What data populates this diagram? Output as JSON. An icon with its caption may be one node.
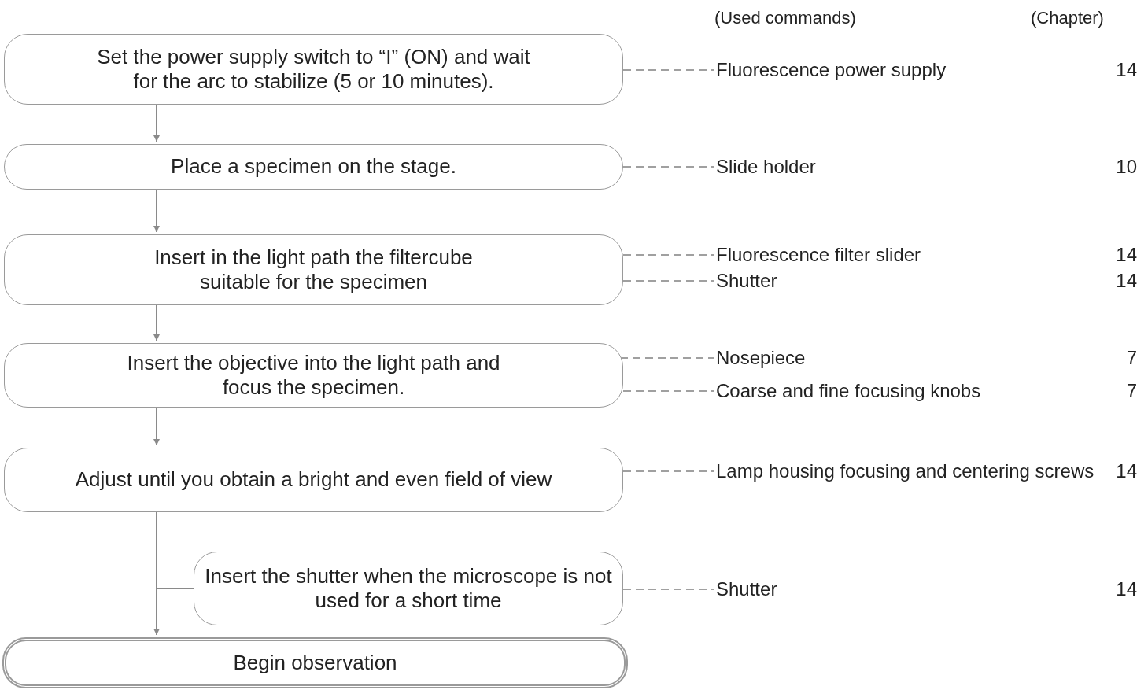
{
  "diagram": {
    "nodes": [
      {
        "text": [
          "Set the power supply switch to “I” (ON) and wait for the arc to stabilize (5 or 10 minutes)."
        ]
      },
      {
        "text": [
          "Place a specimen on the stage."
        ]
      },
      {
        "text": [
          "Insert in the light path the filtercube suitable for the specimen"
        ]
      },
      {
        "text": [
          "Insert the objective into the light path and focus the specimen."
        ]
      },
      {
        "text": [
          "Adjust until you obtain a bright and even field of view"
        ]
      },
      {
        "text": [
          "Insert the shutter when the microscope is not used for a short time"
        ]
      },
      {
        "text": [
          "Begin observation"
        ]
      },
      {
        "text": [
          "Fluorescence power supply"
        ],
        "beside": [
          "14"
        ]
      },
      {
        "text": [
          "Slide holder"
        ],
        "beside": [
          "10"
        ]
      },
      {
        "text": [
          "Fluorescence filter slider"
        ],
        "beside": [
          "14"
        ]
      },
      {
        "text": [
          "Shutter"
        ],
        "beside": [
          "14"
        ]
      },
      {
        "text": [
          "Nosepiece"
        ],
        "beside": [
          "7"
        ]
      },
      {
        "text": [
          "Coarse and fine focusing knobs"
        ],
        "beside": [
          "7"
        ]
      },
      {
        "text": [
          "Lamp housing focusing and centering screws"
        ],
        "beside": [
          "14"
        ]
      },
      {
        "text": [
          "Shutter"
        ],
        "beside": [
          "14"
        ]
      }
    ],
    "edges": [
      {
        "from": 0,
        "to": 1,
        "arrow": "to"
      },
      {
        "from": 1,
        "to": 2,
        "arrow": "to"
      },
      {
        "from": 2,
        "to": 3,
        "arrow": "to"
      },
      {
        "from": 3,
        "to": 4,
        "arrow": "to"
      },
      {
        "from": 4,
        "to": 5,
        "arrow": "none"
      },
      {
        "from": 4,
        "to": 6,
        "arrow": "to"
      },
      {
        "from": 0,
        "to": 7,
        "arrow": "none",
        "style": "dashed"
      },
      {
        "from": 1,
        "to": 8,
        "arrow": "none",
        "style": "dashed"
      },
      {
        "from": 2,
        "to": 9,
        "arrow": "none",
        "style": "dashed"
      },
      {
        "from": 2,
        "to": 10,
        "arrow": "none",
        "style": "dashed"
      },
      {
        "from": 3,
        "to": 11,
        "arrow": "none",
        "style": "dashed"
      },
      {
        "from": 3,
        "to": 12,
        "arrow": "none",
        "style": "dashed"
      },
      {
        "from": 4,
        "to": 13,
        "arrow": "none",
        "style": "dashed"
      },
      {
        "from": 5,
        "to": 14,
        "arrow": "none",
        "style": "dashed"
      }
    ],
    "labels": [
      "(Used commands)",
      "(Chapter)"
    ]
  }
}
